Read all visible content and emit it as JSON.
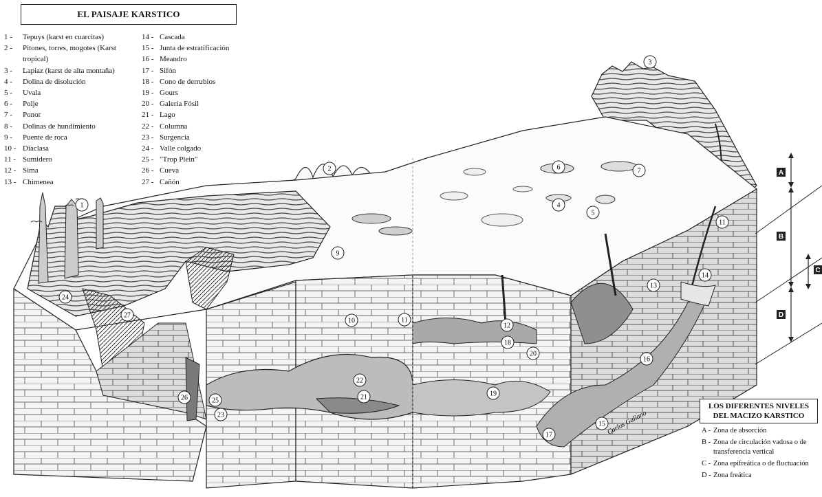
{
  "title": "EL PAISAJE KARSTICO",
  "legend_left": [
    {
      "num": "1 -",
      "text": "Tepuys (karst en cuarcitas)"
    },
    {
      "num": "2 -",
      "text": "Pitones, torres, mogotes (Karst tropical)"
    },
    {
      "num": "3 -",
      "text": "Lapiaz (karst de alta montaña)"
    },
    {
      "num": "4 -",
      "text": "Dolina de disolución"
    },
    {
      "num": "5 -",
      "text": "Uvala"
    },
    {
      "num": "6 -",
      "text": "Polje"
    },
    {
      "num": "7 -",
      "text": "Ponor"
    },
    {
      "num": "8 -",
      "text": "Dolinas de hundimiento"
    },
    {
      "num": "9 -",
      "text": "Puente de roca"
    },
    {
      "num": "10 -",
      "text": "Diaclasa"
    },
    {
      "num": "11 -",
      "text": "Sumidero"
    },
    {
      "num": "12 -",
      "text": "Sima"
    },
    {
      "num": "13 -",
      "text": "Chimenea"
    }
  ],
  "legend_right": [
    {
      "num": "14 -",
      "text": "Cascada"
    },
    {
      "num": "15 -",
      "text": "Junta de estratificación"
    },
    {
      "num": "16 -",
      "text": "Meandro"
    },
    {
      "num": "17 -",
      "text": "Sifón"
    },
    {
      "num": "18 -",
      "text": "Cono de derrubios"
    },
    {
      "num": "19 -",
      "text": "Gours"
    },
    {
      "num": "20 -",
      "text": "Galería Fósil"
    },
    {
      "num": "21 -",
      "text": "Lago"
    },
    {
      "num": "22 -",
      "text": "Columna"
    },
    {
      "num": "23 -",
      "text": "Surgencia"
    },
    {
      "num": "24 -",
      "text": "Valle colgado"
    },
    {
      "num": "25 -",
      "text": "\"Trop Plein\""
    },
    {
      "num": "26 -",
      "text": "Cueva"
    },
    {
      "num": "27 -",
      "text": "Cañón"
    }
  ],
  "levels_title_line1": "LOS DIFERENTES NIVELES",
  "levels_title_line2": "DEL MACIZO KARSTICO",
  "levels": [
    {
      "key": "A -",
      "text": "Zona de absorción"
    },
    {
      "key": "B -",
      "text": "Zona de circulación vadosa o de  transferencia vertical"
    },
    {
      "key": "C -",
      "text": "Zona epifreática o de fluctuación"
    },
    {
      "key": "D -",
      "text": "Zona freática"
    }
  ],
  "zone_labels": [
    "A",
    "B",
    "C",
    "D"
  ],
  "markers": [
    "1",
    "2",
    "3",
    "4",
    "5",
    "6",
    "7",
    "9",
    "10",
    "11",
    "11",
    "12",
    "13",
    "14",
    "15",
    "16",
    "17",
    "18",
    "19",
    "20",
    "21",
    "22",
    "23",
    "24",
    "25",
    "26",
    "27"
  ],
  "signature": "Carlos Galiano"
}
